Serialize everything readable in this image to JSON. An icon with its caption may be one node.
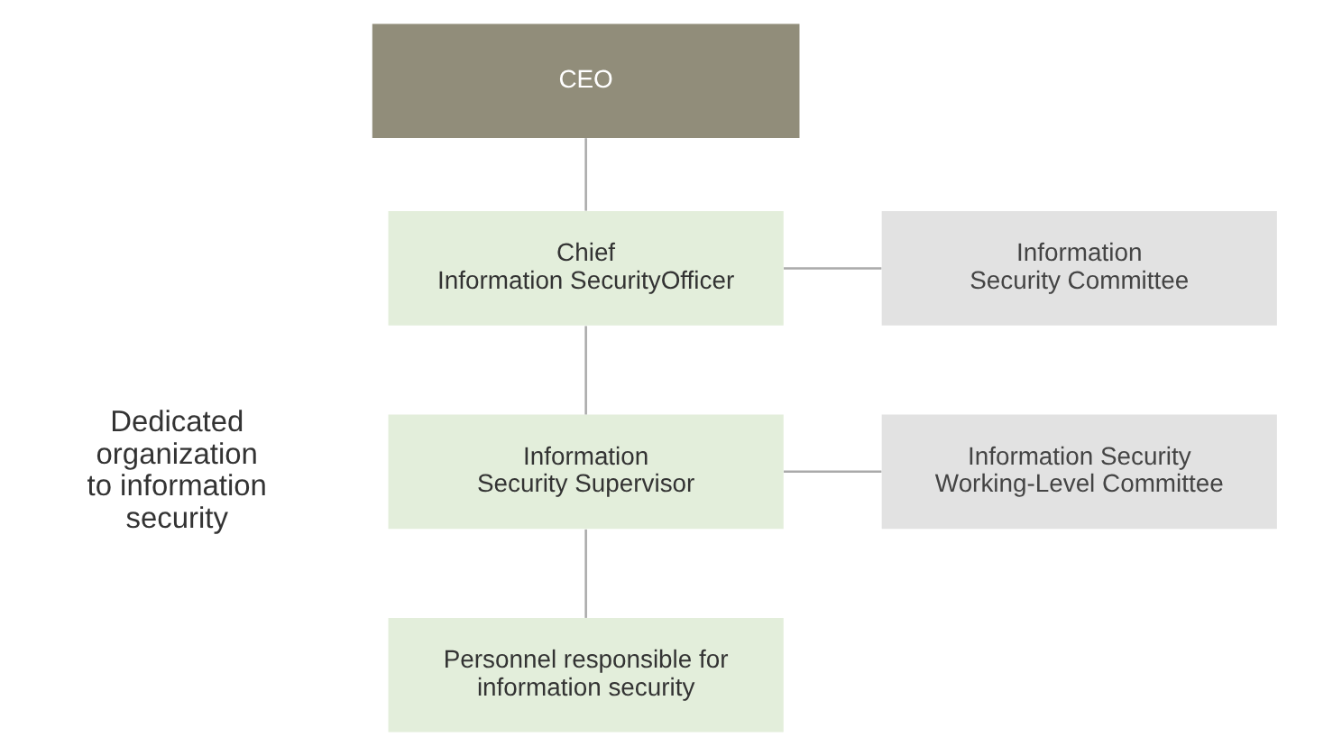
{
  "diagram": {
    "nodes": [
      {
        "text": [
          "CEO"
        ]
      },
      {
        "text": [
          "Chief Information SecurityOfficer"
        ]
      },
      {
        "text": [
          "Information Security Committee"
        ]
      },
      {
        "text": [
          "Information Security Supervisor"
        ]
      },
      {
        "text": [
          "Information Security Working-Level Committee"
        ]
      },
      {
        "text": [
          "Personnel responsible for information security"
        ]
      }
    ],
    "edges": [
      {
        "from": 0,
        "to": 1,
        "arrow": "none"
      },
      {
        "from": 1,
        "to": 3,
        "arrow": "none"
      },
      {
        "from": 1,
        "to": 2,
        "arrow": "none"
      },
      {
        "from": 3,
        "to": 5,
        "arrow": "none"
      },
      {
        "from": 3,
        "to": 4,
        "arrow": "none"
      }
    ],
    "labels": [
      "Dedicated organization to information security"
    ]
  }
}
